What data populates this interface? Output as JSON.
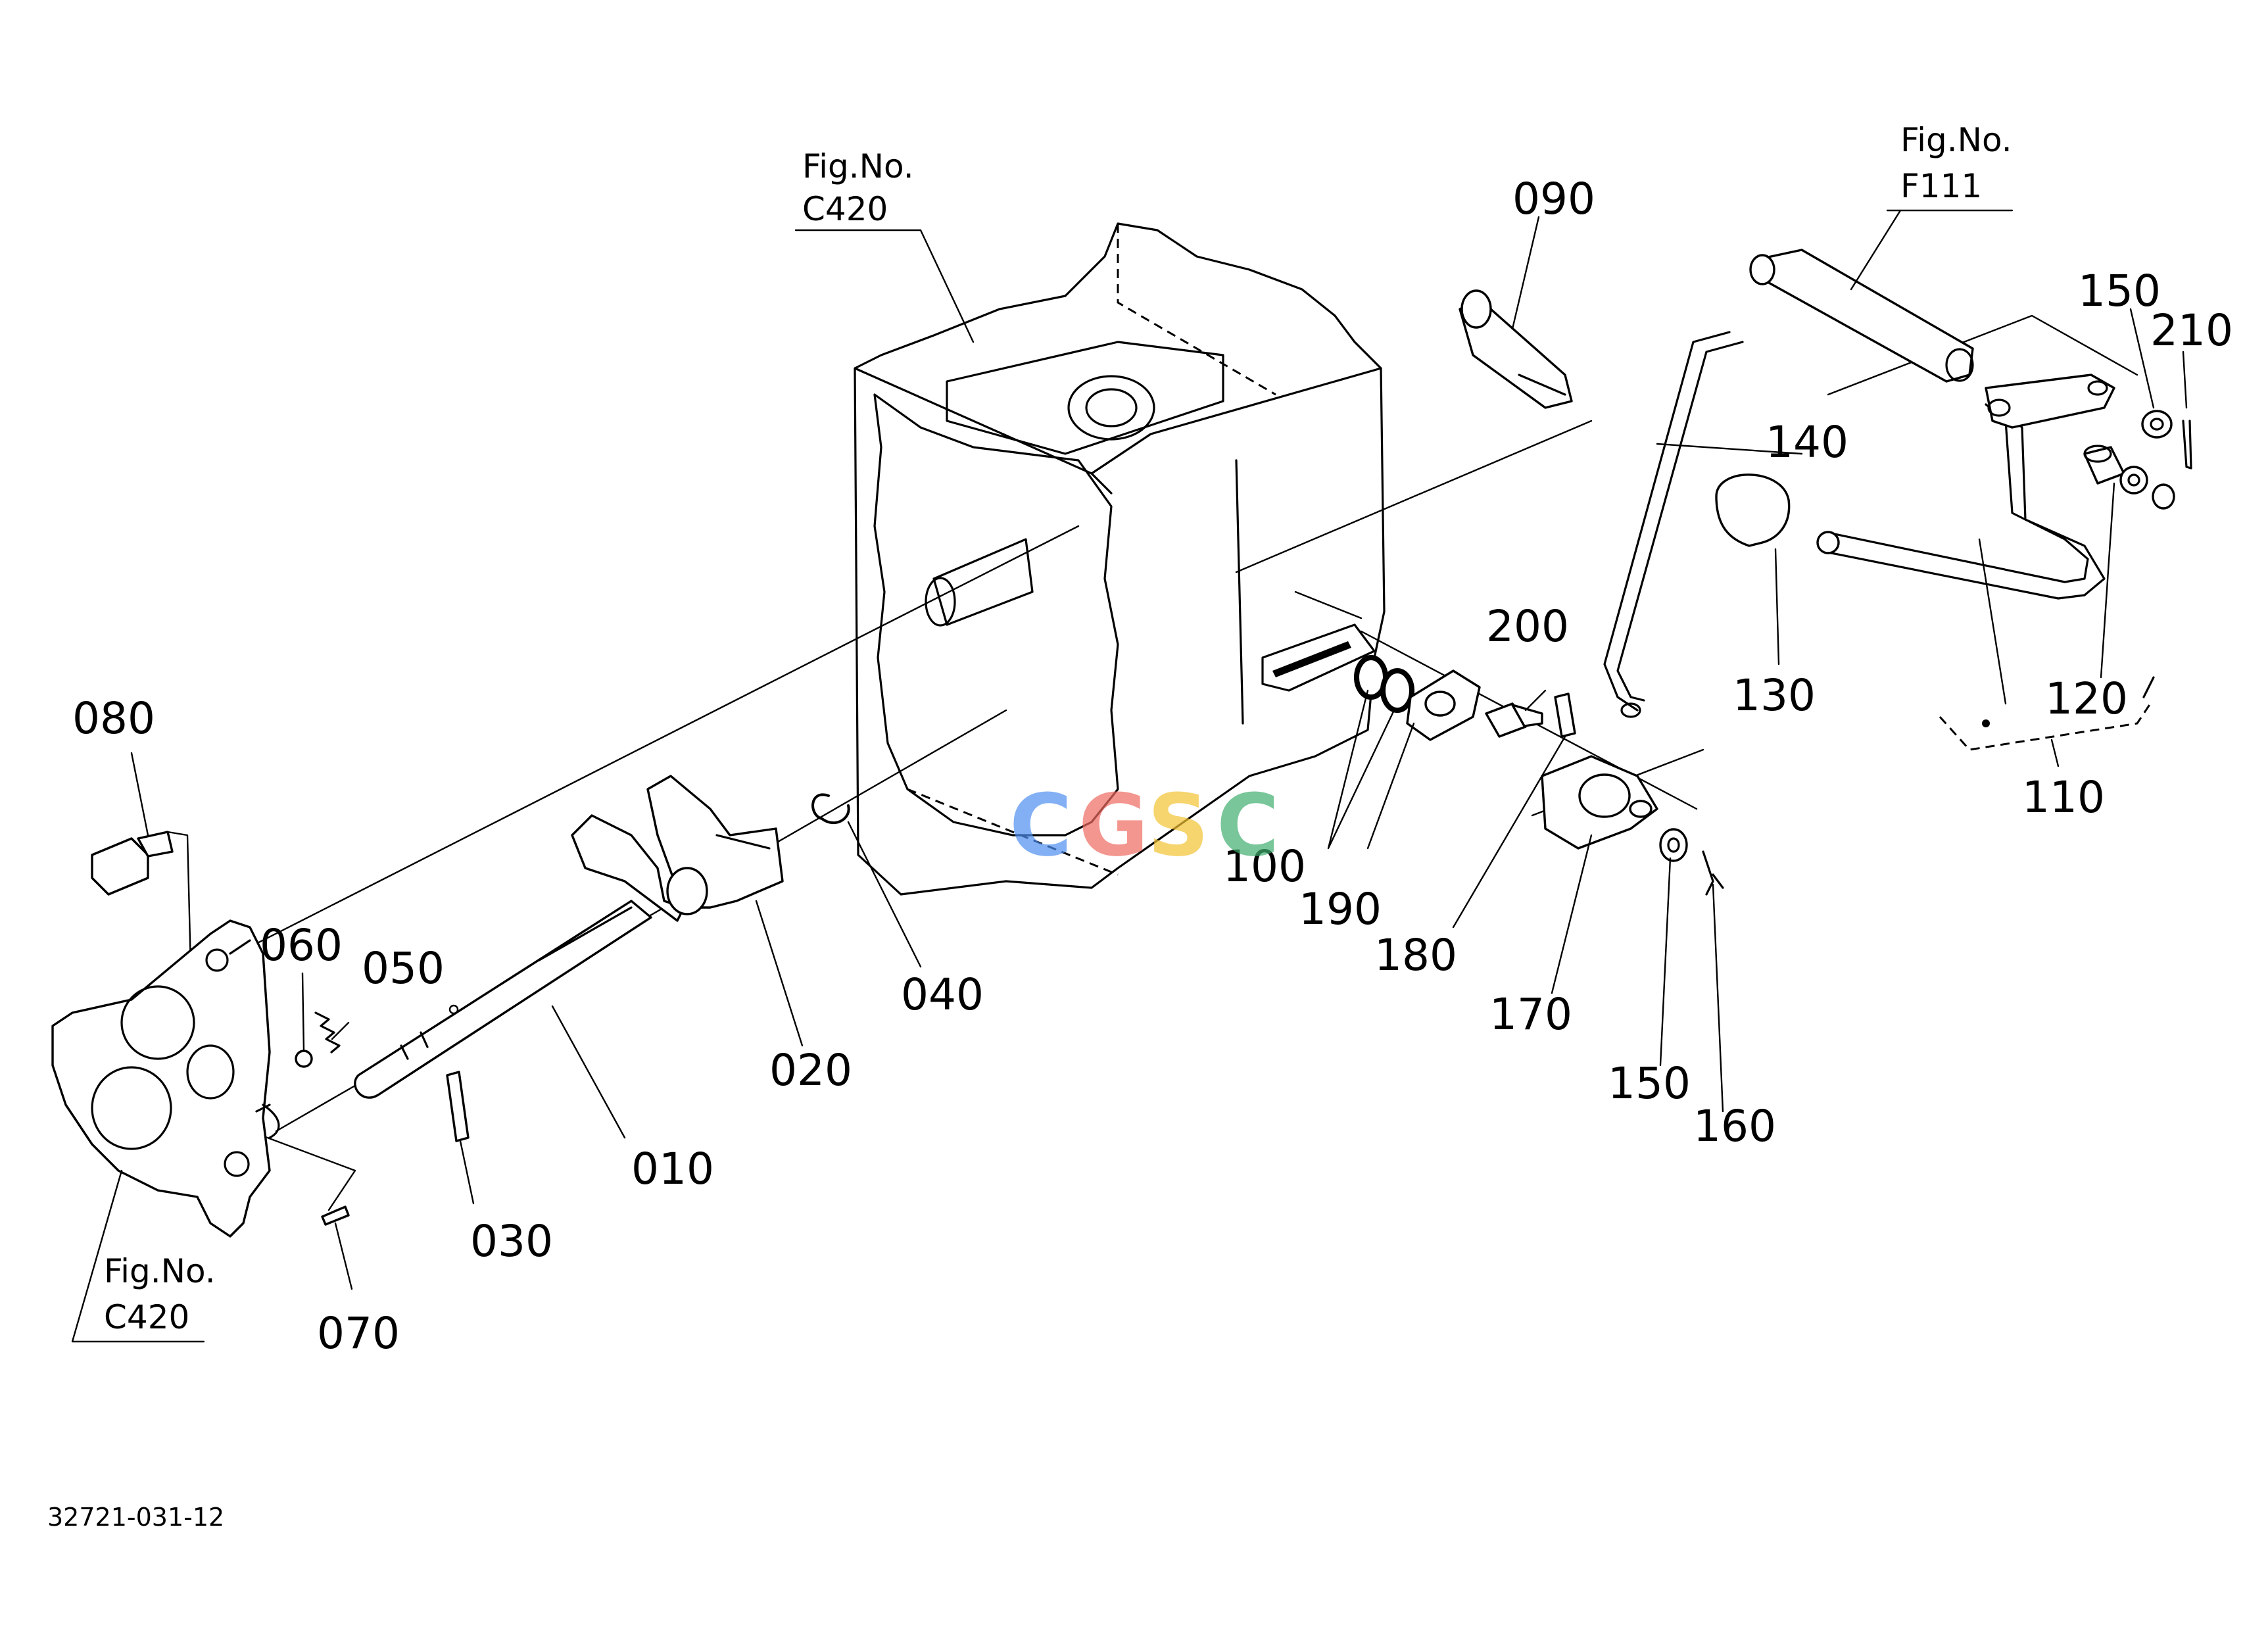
{
  "diagram": {
    "document_code": "32721-031-12",
    "watermark": {
      "letters": [
        "C",
        "G",
        "S",
        "C"
      ],
      "colors": [
        "#4f8ff0",
        "#ef6b61",
        "#f3c232",
        "#3fae6e"
      ]
    },
    "figure_refs": [
      {
        "id": "fig-c420-top",
        "line1": "Fig.No.",
        "line2": "C420"
      },
      {
        "id": "fig-f111",
        "line1": "Fig.No.",
        "line2": "F111"
      },
      {
        "id": "fig-c420-bottom",
        "line1": "Fig.No.",
        "line2": "C420"
      }
    ],
    "parts": [
      {
        "id": "010",
        "label": "010"
      },
      {
        "id": "020",
        "label": "020"
      },
      {
        "id": "030",
        "label": "030"
      },
      {
        "id": "040",
        "label": "040"
      },
      {
        "id": "050",
        "label": "050"
      },
      {
        "id": "060",
        "label": "060"
      },
      {
        "id": "070",
        "label": "070"
      },
      {
        "id": "080",
        "label": "080"
      },
      {
        "id": "090",
        "label": "090"
      },
      {
        "id": "100",
        "label": "100"
      },
      {
        "id": "110",
        "label": "110"
      },
      {
        "id": "120",
        "label": "120"
      },
      {
        "id": "130",
        "label": "130"
      },
      {
        "id": "140",
        "label": "140"
      },
      {
        "id": "150a",
        "label": "150"
      },
      {
        "id": "150b",
        "label": "150"
      },
      {
        "id": "160",
        "label": "160"
      },
      {
        "id": "170",
        "label": "170"
      },
      {
        "id": "180",
        "label": "180"
      },
      {
        "id": "190",
        "label": "190"
      },
      {
        "id": "200",
        "label": "200"
      },
      {
        "id": "210",
        "label": "210"
      }
    ]
  }
}
